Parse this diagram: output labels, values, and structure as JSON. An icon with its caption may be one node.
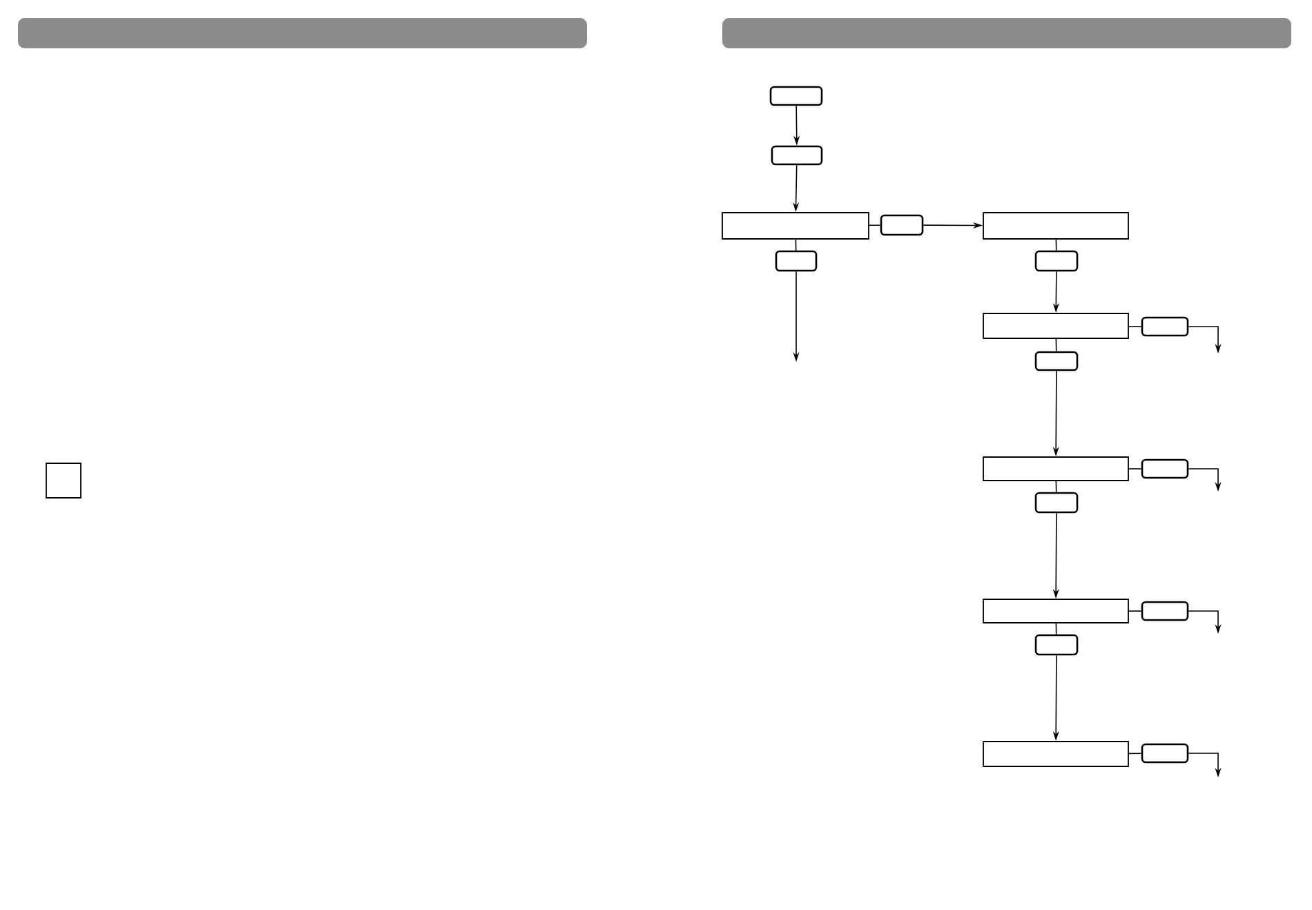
{
  "diagram": {
    "nodes": [
      {
        "text": [],
        "shape": "button"
      },
      {
        "text": [],
        "shape": "button"
      },
      {
        "text": [],
        "shape": "box"
      },
      {
        "text": [],
        "shape": "button"
      },
      {
        "text": [],
        "shape": "box"
      },
      {
        "text": [],
        "shape": "button"
      },
      {
        "text": [],
        "shape": "button"
      },
      {
        "text": [],
        "shape": "box"
      },
      {
        "text": [],
        "shape": "button"
      },
      {
        "text": [],
        "shape": "button"
      },
      {
        "text": [],
        "shape": "box"
      },
      {
        "text": [],
        "shape": "button"
      },
      {
        "text": [],
        "shape": "button"
      },
      {
        "text": [],
        "shape": "box"
      },
      {
        "text": [],
        "shape": "button"
      },
      {
        "text": [],
        "shape": "button"
      },
      {
        "text": [],
        "shape": "box"
      },
      {
        "text": [],
        "shape": "button"
      }
    ],
    "edges": [
      {
        "from": 0,
        "to": 1,
        "arrow": "to"
      },
      {
        "from": 1,
        "to": 2,
        "arrow": "to"
      },
      {
        "from": 2,
        "to": 3,
        "arrow": "none"
      },
      {
        "from": 3,
        "to": 4,
        "arrow": "to"
      },
      {
        "from": 2,
        "to": 5,
        "arrow": "none"
      },
      {
        "from": 5,
        "to": null,
        "arrow": "to"
      },
      {
        "from": 4,
        "to": 6,
        "arrow": "none"
      },
      {
        "from": 6,
        "to": 7,
        "arrow": "to"
      },
      {
        "from": 7,
        "to": 8,
        "arrow": "none"
      },
      {
        "from": 8,
        "to": null,
        "arrow": "to"
      },
      {
        "from": 7,
        "to": 9,
        "arrow": "none"
      },
      {
        "from": 9,
        "to": 10,
        "arrow": "to"
      },
      {
        "from": 10,
        "to": 11,
        "arrow": "none"
      },
      {
        "from": 11,
        "to": null,
        "arrow": "to"
      },
      {
        "from": 10,
        "to": 12,
        "arrow": "none"
      },
      {
        "from": 12,
        "to": 13,
        "arrow": "to"
      },
      {
        "from": 13,
        "to": 14,
        "arrow": "none"
      },
      {
        "from": 14,
        "to": null,
        "arrow": "to"
      },
      {
        "from": 13,
        "to": 15,
        "arrow": "none"
      },
      {
        "from": 15,
        "to": 16,
        "arrow": "to"
      },
      {
        "from": 16,
        "to": 17,
        "arrow": "none"
      },
      {
        "from": 17,
        "to": null,
        "arrow": "to"
      }
    ]
  }
}
